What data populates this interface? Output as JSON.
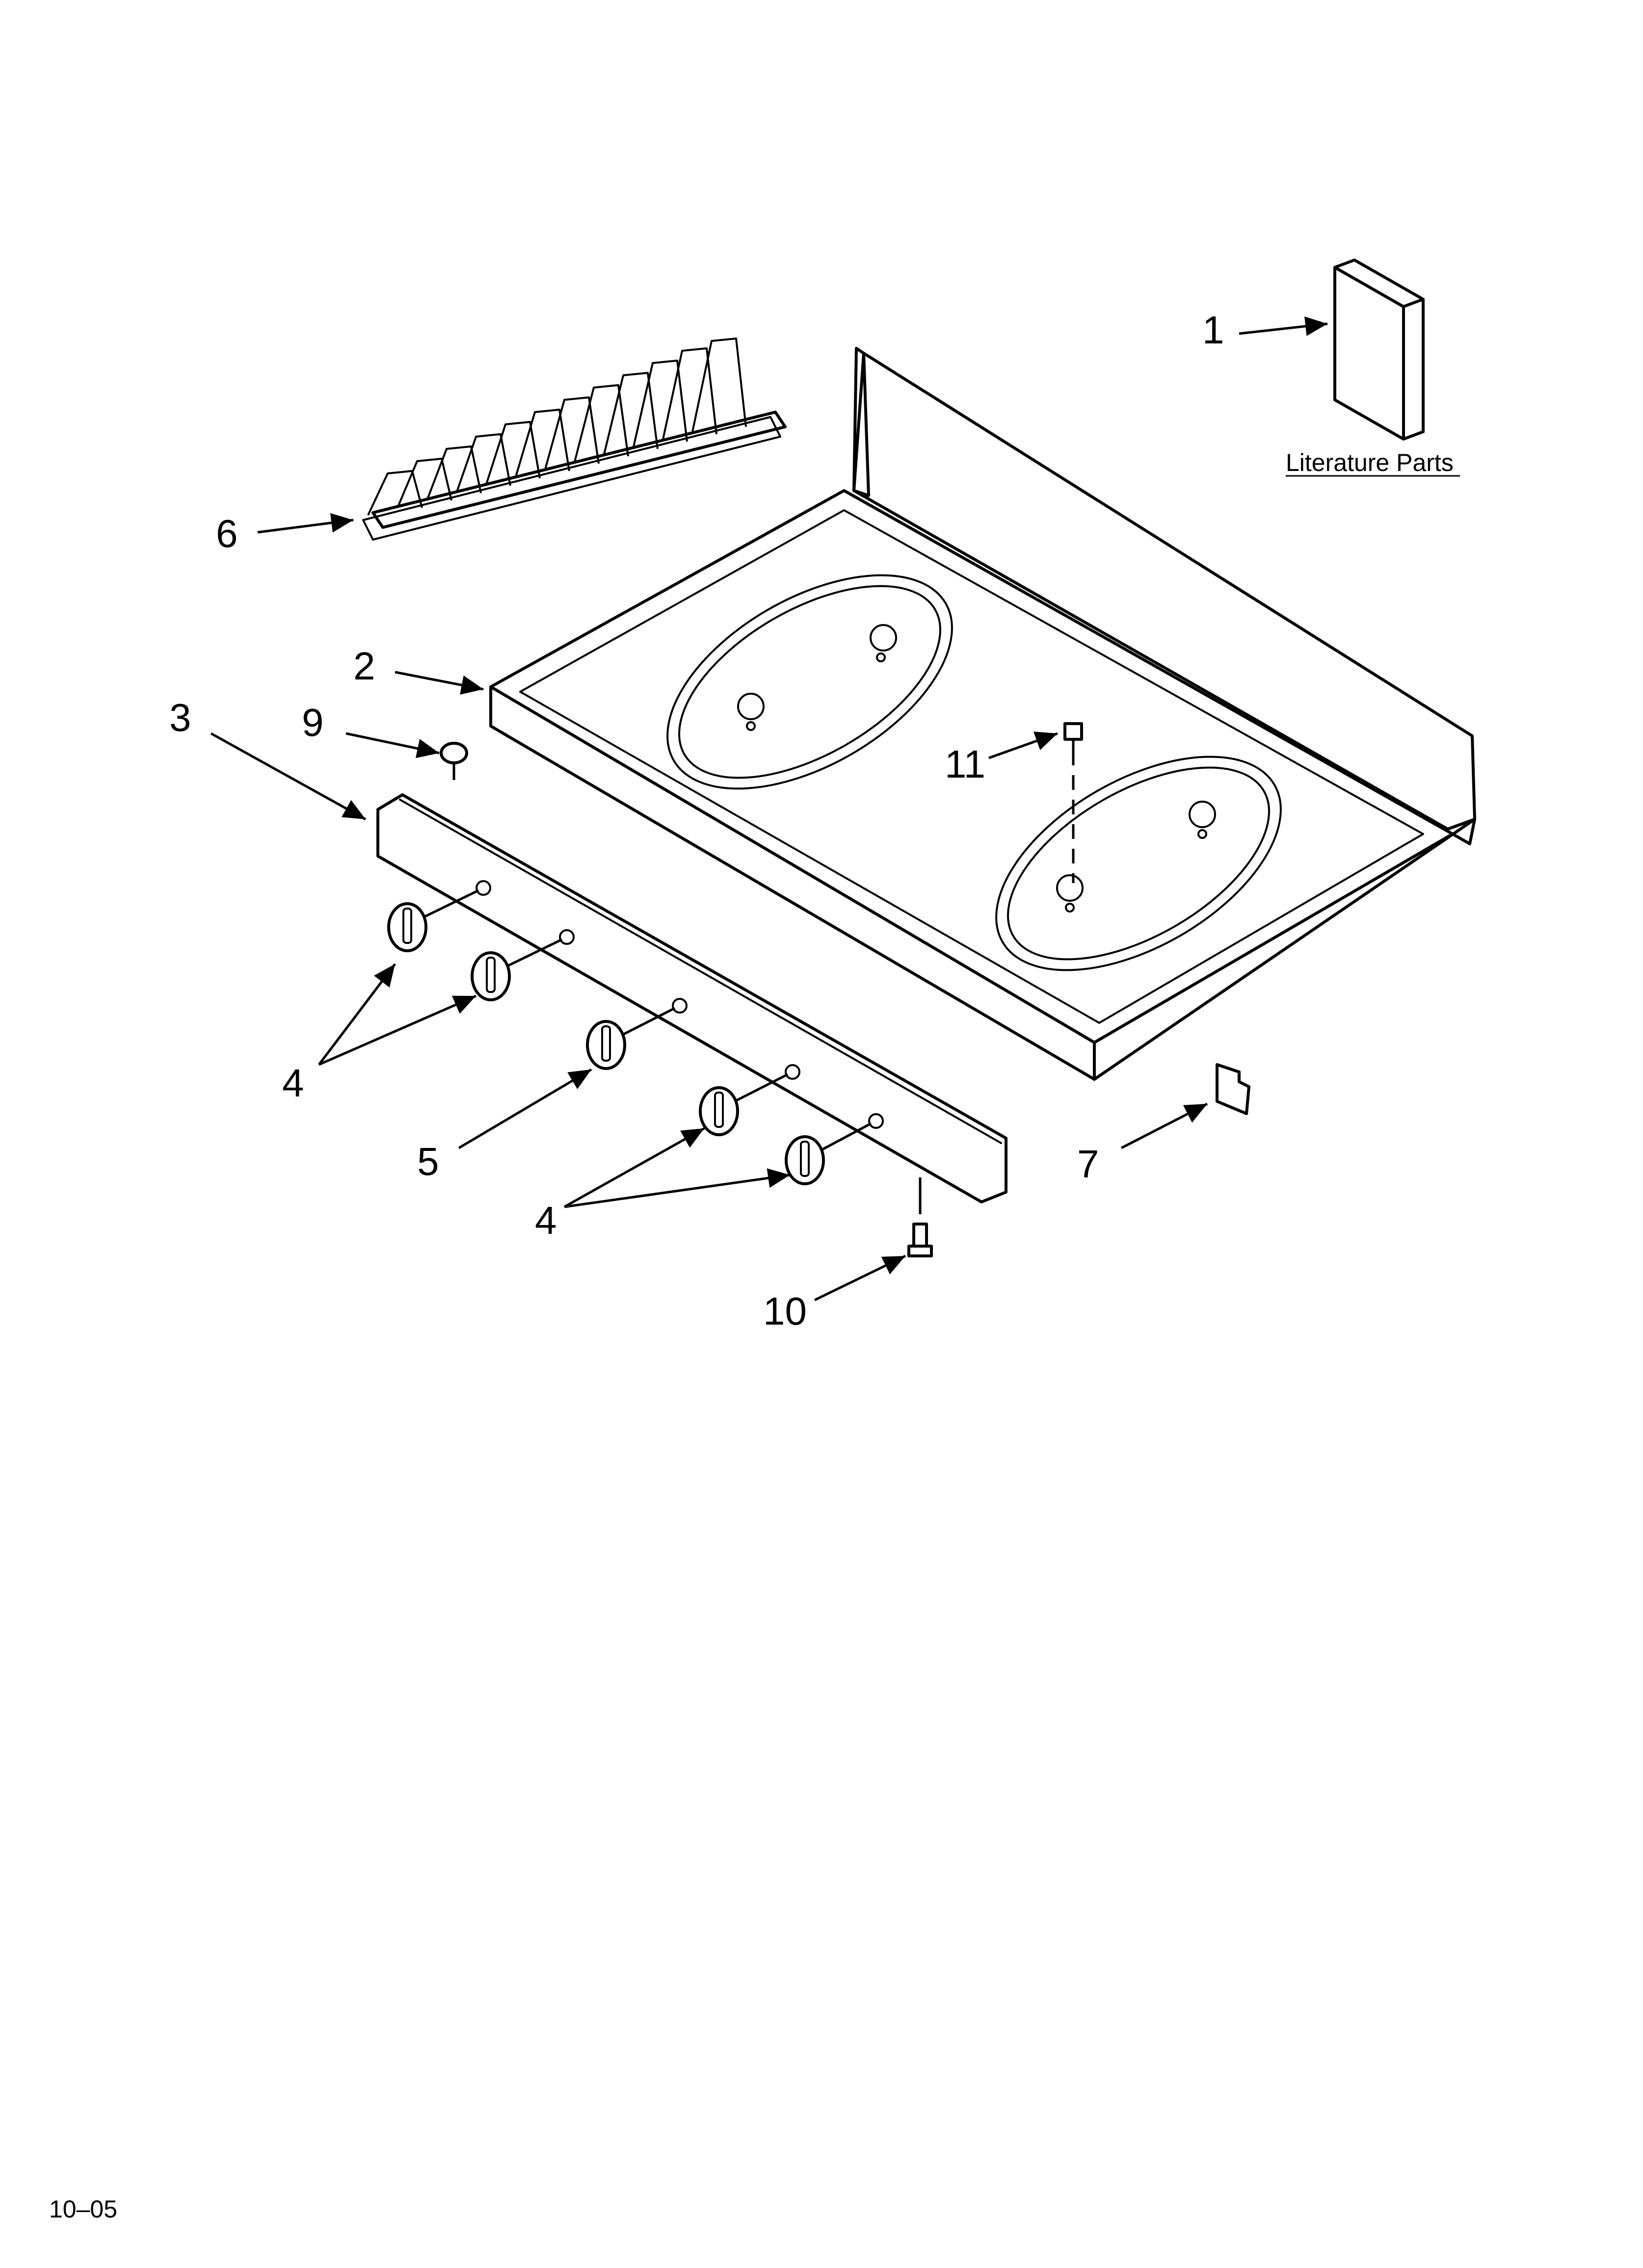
{
  "callouts": {
    "c1": "1",
    "c2": "2",
    "c3": "3",
    "c4a": "4",
    "c4b": "4",
    "c5": "5",
    "c6": "6",
    "c7": "7",
    "c9": "9",
    "c10": "10",
    "c11": "11"
  },
  "literature_label": "Literature Parts",
  "footer_code": "10–05"
}
